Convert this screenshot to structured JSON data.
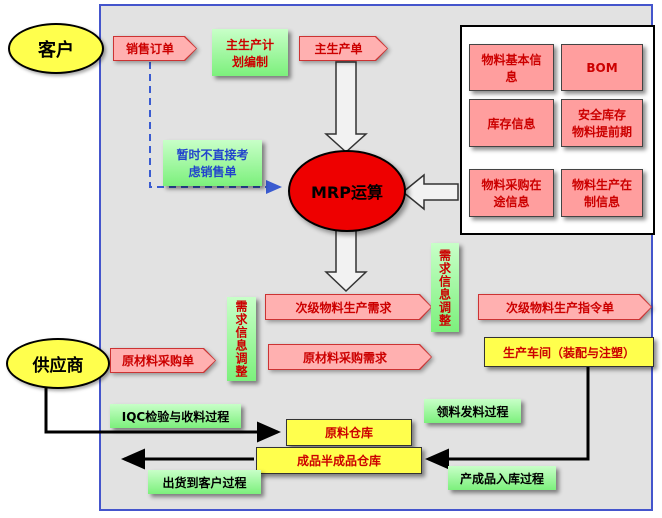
{
  "outer": {
    "customer": "客户",
    "supplier": "供应商"
  },
  "top": {
    "sales_order": "销售订单",
    "mps_plan": "主生产计\n划编制",
    "mps_order": "主生产单"
  },
  "info_panel": {
    "material_basic": "物料基本信\n息",
    "bom": "BOM",
    "inventory": "库存信息",
    "safety_stock": "安全库存\n物料提前期",
    "purchase_transit": "物料采购在\n途信息",
    "production_wip": "物料生产在\n制信息"
  },
  "center": {
    "sales_note": "暂时不直接考\n虑销售单",
    "mrp": "MRP运算"
  },
  "middle": {
    "secondary_demand": "次级物料生产需求",
    "demand_adjust_right": "需求信息调整",
    "secondary_order": "次级物料生产指令单",
    "demand_adjust_left": "需求信息调整",
    "raw_purchase_order": "原材料采购单",
    "raw_purchase_demand": "原材料采购需求",
    "workshop": "生产车间（装配与注塑）"
  },
  "bottom": {
    "iqc": "IQC检验与收料过程",
    "issue": "领料发料过程",
    "raw_warehouse": "原料仓库",
    "finished_warehouse": "成品半成品仓库",
    "ship_out": "出货到客户过程",
    "finished_in": "产成品入库过程"
  },
  "colors": {
    "frame_blue": "#4455cc",
    "canvas_gray": "#e2e2e2",
    "node_yellow": "#ffff4d",
    "node_green": "#99ff99",
    "node_pink": "#ffb0b0",
    "mrp_red": "#ee0000",
    "text_red": "#cc0000",
    "text_blue": "#2244cc",
    "connector_black": "#000000",
    "dashed_blue": "#3a5bd0"
  }
}
